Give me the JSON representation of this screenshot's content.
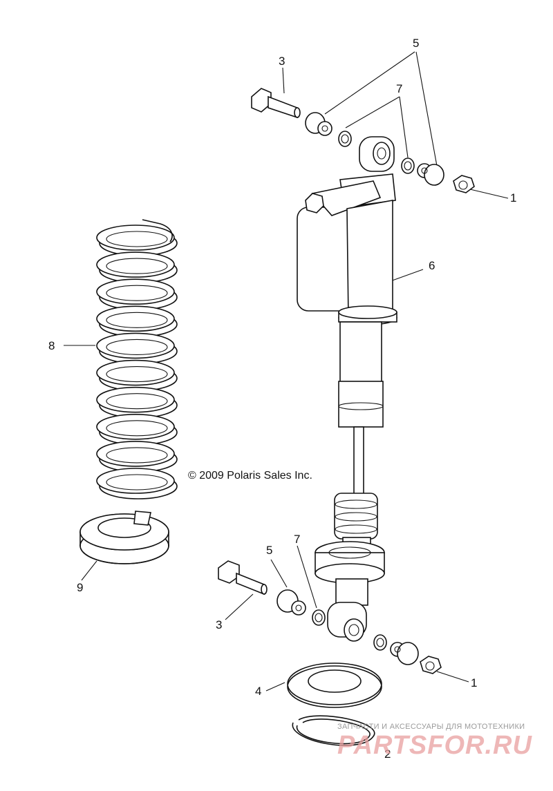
{
  "copyright": "© 2009 Polaris Sales Inc.",
  "watermark": {
    "tagline": "ЗАПЧАСТИ И АКСЕССУАРЫ ДЛЯ МОТОТЕХНИКИ",
    "brand": "PARTSFOR.RU"
  },
  "callouts": [
    {
      "id": "c-5-top",
      "label": "5"
    },
    {
      "id": "c-3-top",
      "label": "3"
    },
    {
      "id": "c-7-top",
      "label": "7"
    },
    {
      "id": "c-1-top",
      "label": "1"
    },
    {
      "id": "c-6",
      "label": "6"
    },
    {
      "id": "c-8",
      "label": "8"
    },
    {
      "id": "c-9",
      "label": "9"
    },
    {
      "id": "c-5-bottom",
      "label": "5"
    },
    {
      "id": "c-7-bottom",
      "label": "7"
    },
    {
      "id": "c-3-bottom",
      "label": "3"
    },
    {
      "id": "c-1-bottom",
      "label": "1"
    },
    {
      "id": "c-4",
      "label": "4"
    },
    {
      "id": "c-2",
      "label": "2"
    }
  ]
}
